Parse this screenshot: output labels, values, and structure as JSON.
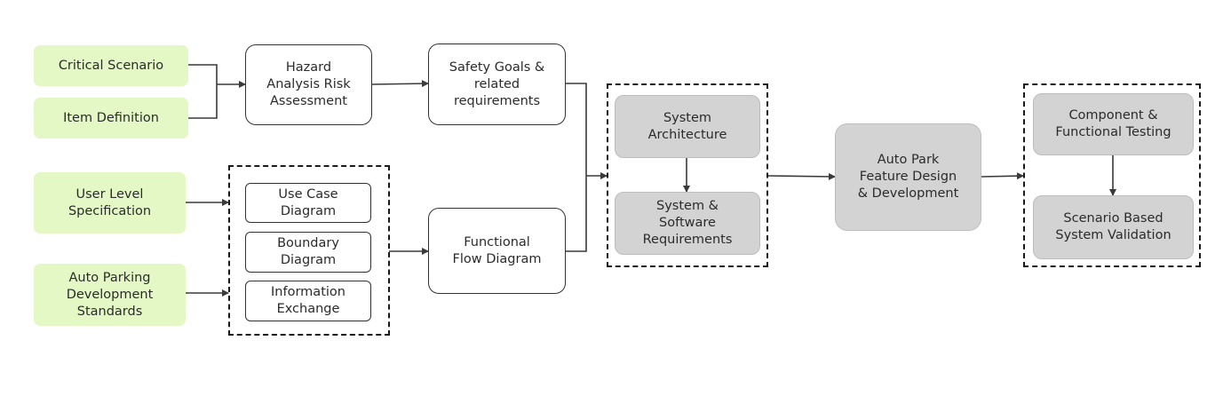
{
  "inputs": {
    "critical_scenario": "Critical Scenario",
    "item_definition": "Item Definition",
    "user_level_spec": "User Level\nSpecification",
    "auto_parking_standards": "Auto Parking\nDevelopment\nStandards"
  },
  "analysis": {
    "hara": "Hazard\nAnalysis Risk\nAssessment",
    "safety_goals": "Safety Goals &\nrelated\nrequirements"
  },
  "models": {
    "use_case": "Use Case\nDiagram",
    "boundary": "Boundary\nDiagram",
    "information_exchange": "Information\nExchange",
    "functional_flow": "Functional\nFlow Diagram"
  },
  "system_design": {
    "architecture": "System\nArchitecture",
    "requirements": "System &\nSoftware\nRequirements"
  },
  "feature": {
    "auto_park": "Auto Park\nFeature Design\n& Development"
  },
  "validation": {
    "component_testing": "Component &\nFunctional Testing",
    "scenario_validation": "Scenario Based\nSystem Validation"
  },
  "colors": {
    "input_fill": "#e4f8c6",
    "process_border": "#333333",
    "design_fill": "#d3d3d3",
    "connector": "#3a3a3a"
  }
}
